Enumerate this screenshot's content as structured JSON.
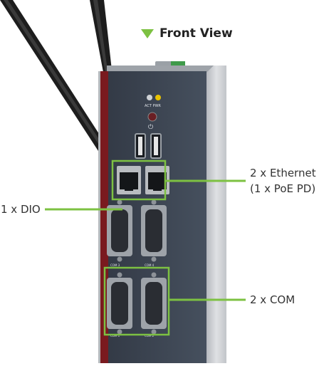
{
  "heading": {
    "text": "Front View"
  },
  "device": {
    "led_labels": "ACT PWR",
    "com_label_a": "COM 3",
    "com_label_b": "COM 4",
    "com_label_c": "COM 1",
    "com_label_d": "COM 2"
  },
  "callouts": {
    "ethernet_line1": "2 x Ethernet",
    "ethernet_line2": "(1 x PoE PD)",
    "dio": "1 x DIO",
    "com": "2 x COM"
  },
  "colors": {
    "accent": "#7dc142",
    "panel": "#3c4452",
    "chassis": "#c8cbcf",
    "stripe": "#8b1d22",
    "text": "#333333"
  }
}
